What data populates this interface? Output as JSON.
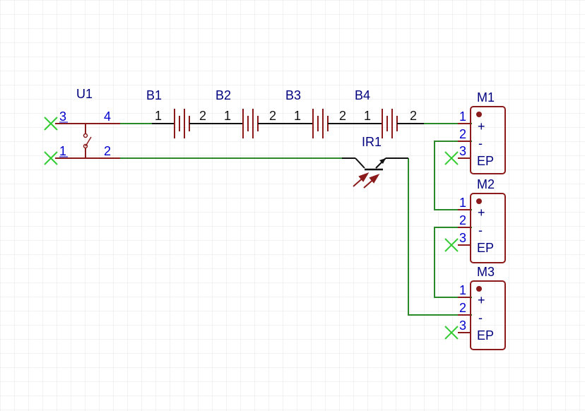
{
  "colors": {
    "grid": "#e6e6e6",
    "wire": "#2a8a2a",
    "symbol": "#8b1a1a",
    "pin_number": "#0000cc",
    "designator": "#00007f",
    "noconnect": "#33cc33"
  },
  "switch": {
    "ref": "U1",
    "pin_top_left": "3",
    "pin_top_right": "4",
    "pin_bottom_left": "1",
    "pin_bottom_right": "2"
  },
  "batteries": [
    {
      "ref": "B1",
      "pin_left": "1",
      "pin_right": "2"
    },
    {
      "ref": "B2",
      "pin_left": "1",
      "pin_right": "2"
    },
    {
      "ref": "B3",
      "pin_left": "1",
      "pin_right": "2"
    },
    {
      "ref": "B4",
      "pin_left": "1",
      "pin_right": "2"
    }
  ],
  "phototransistor": {
    "ref": "IR1"
  },
  "motors": [
    {
      "ref": "M1",
      "pin1": "1",
      "pin2": "2",
      "pin3": "3",
      "plus": "+",
      "minus": "-",
      "ep": "EP"
    },
    {
      "ref": "M2",
      "pin1": "1",
      "pin2": "2",
      "pin3": "3",
      "plus": "+",
      "minus": "-",
      "ep": "EP"
    },
    {
      "ref": "M3",
      "pin1": "1",
      "pin2": "2",
      "pin3": "3",
      "plus": "+",
      "minus": "-",
      "ep": "EP"
    }
  ]
}
